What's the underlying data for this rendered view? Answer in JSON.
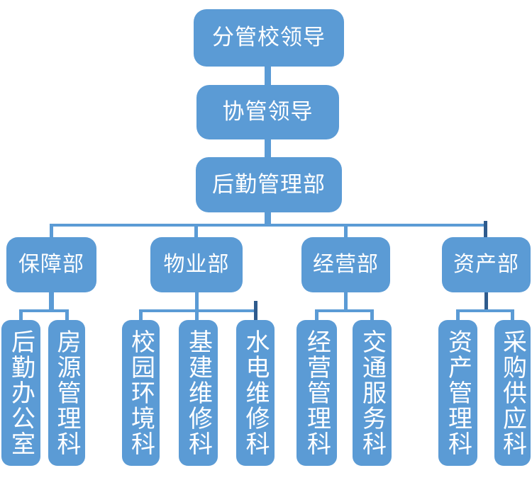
{
  "page": {
    "background": "#ffffff",
    "type": "organization-chart"
  },
  "palette": {
    "node_fill": "#5b9bd5",
    "node_text": "#ffffff",
    "connector": "#5b9bd5",
    "connector_dark": "#2f5b8d"
  },
  "org": {
    "level1": {
      "label": "分管校领导"
    },
    "level2": {
      "label": "协管领导"
    },
    "level3": {
      "label": "后勤管理部"
    },
    "departments": [
      {
        "label": "保障部",
        "children": [
          "后勤办公室",
          "房源管理科"
        ]
      },
      {
        "label": "物业部",
        "children": [
          "校园环境科",
          "基建维修科",
          "水电维修科"
        ]
      },
      {
        "label": "经营部",
        "children": [
          "经营管理科",
          "交通服务科"
        ]
      },
      {
        "label": "资产部",
        "children": [
          "资产管理科",
          "采购供应科"
        ]
      }
    ]
  }
}
